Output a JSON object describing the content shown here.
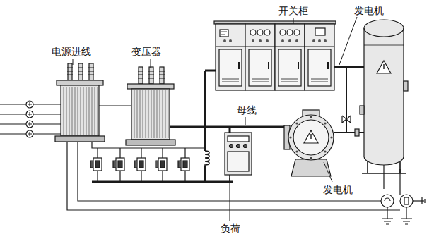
{
  "diagram": {
    "labels": [
      "电源进线",
      "变压器",
      "开关柜",
      "发电机",
      "母线",
      "发电机",
      "负荷"
    ]
  }
}
